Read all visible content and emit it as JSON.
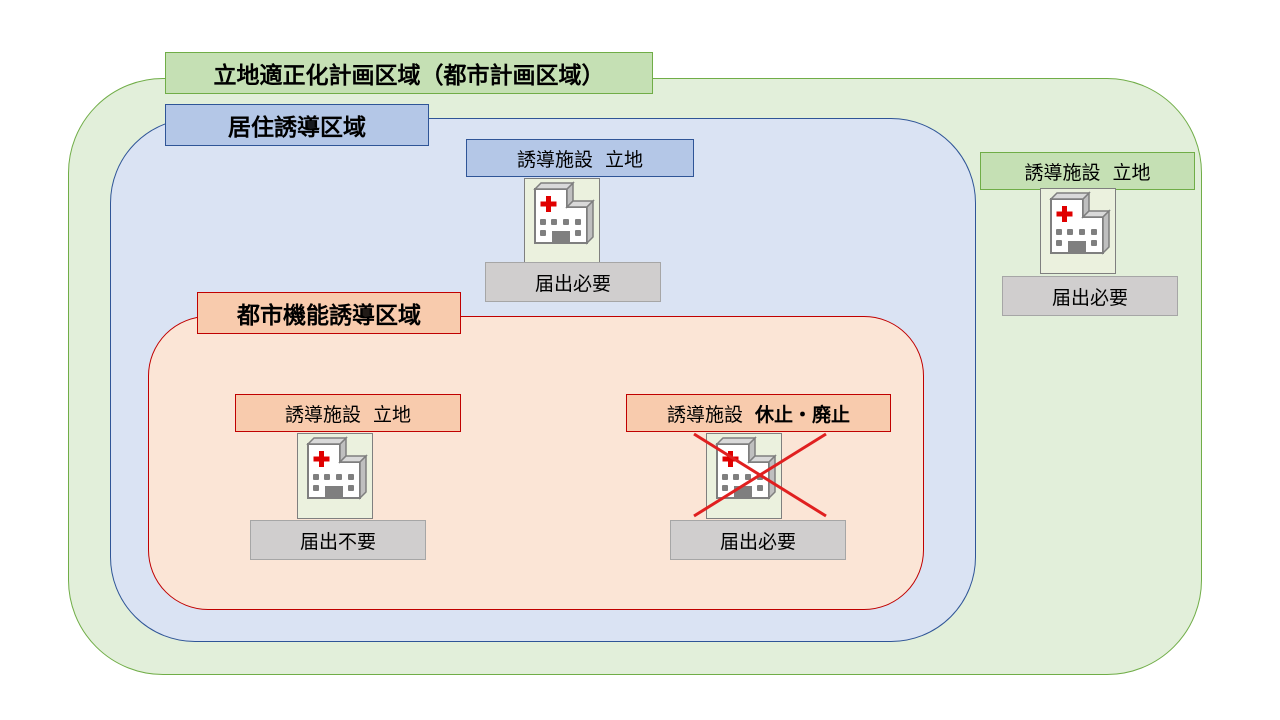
{
  "regions": {
    "outer": {
      "label": "立地適正化計画区域（都市計画区域）"
    },
    "residential": {
      "label": "居住誘導区域"
    },
    "urban": {
      "label": "都市機能誘導区域"
    }
  },
  "facilities": [
    {
      "name": "誘導施設",
      "status": "立地",
      "notice": "届出必要",
      "crossed": false
    },
    {
      "name": "誘導施設",
      "status": "立地",
      "notice": "届出必要",
      "crossed": false
    },
    {
      "name": "誘導施設",
      "status": "立地",
      "notice": "届出不要",
      "crossed": false
    },
    {
      "name": "誘導施設",
      "status": "休止・廃止",
      "notice": "届出必要",
      "crossed": true
    }
  ],
  "colors": {
    "outer_fill": "#e2efda",
    "outer_border": "#70ad47",
    "residential_fill": "#dae3f3",
    "residential_border": "#2f5597",
    "urban_fill": "#fbe5d6",
    "urban_border": "#c00000",
    "notice_fill": "#d0cece",
    "cross": "#e02020"
  },
  "icons": {
    "facility": "hospital-icon",
    "cross": "cross-out-icon"
  }
}
